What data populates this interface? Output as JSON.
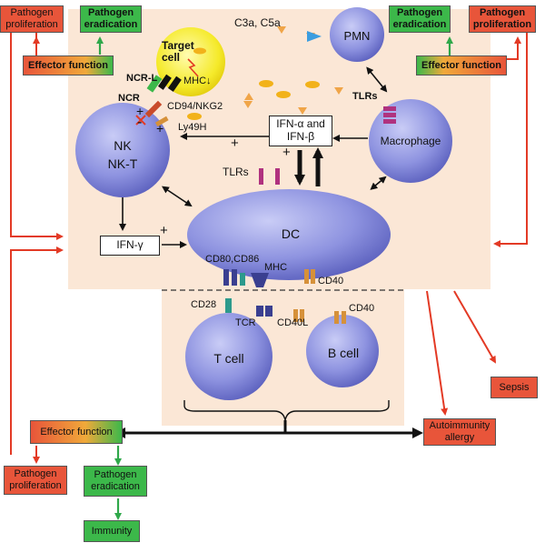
{
  "soluble": {
    "complement": "C3a, C5a"
  },
  "cells": {
    "pmn": "PMN",
    "macrophage": "Macrophage",
    "nk_line1": "NK",
    "nk_line2": "NK-T",
    "dc": "DC",
    "tcell": "T cell",
    "bcell": "B cell",
    "target_line1": "Target",
    "target_line2": "cell"
  },
  "receptors": {
    "ncr_l": "NCR-L",
    "ncr": "NCR",
    "mhc_down": "MHC↓",
    "cd94": "CD94/NKG2",
    "ly49h": "Ly49H",
    "tlrs_macrophage": "TLRs",
    "tlrs_dc": "TLRs",
    "cd80_cd86": "CD80,CD86",
    "mhc": "MHC",
    "cd40_dc": "CD40",
    "cd28": "CD28",
    "tcr": "TCR",
    "cd40l": "CD40L",
    "cd40_b": "CD40"
  },
  "cytokines": {
    "ifn_ab_line1": "IFN-α and",
    "ifn_ab_line2": "IFN-β",
    "ifn_g": "IFN-γ"
  },
  "signs": {
    "plus": "+",
    "minus": "-"
  },
  "boxes": {
    "pathogen_proliferation": "Pathogen proliferation",
    "pathogen_eradication": "Pathogen eradication",
    "effector_function": "Effector function",
    "sepsis": "Sepsis",
    "autoimmunity_line1": "Autoimmunity",
    "autoimmunity_line2": "allergy",
    "immunity": "Immunity"
  },
  "colors": {
    "background_panel": "#fbe7d6",
    "cell_blue": "#8e93e0",
    "target_yellow": "#f5ea2a",
    "red_box": "#e8553a",
    "green_box": "#3cb84a",
    "red_arrow": "#e33a25",
    "green_arrow": "#2fa84a"
  }
}
